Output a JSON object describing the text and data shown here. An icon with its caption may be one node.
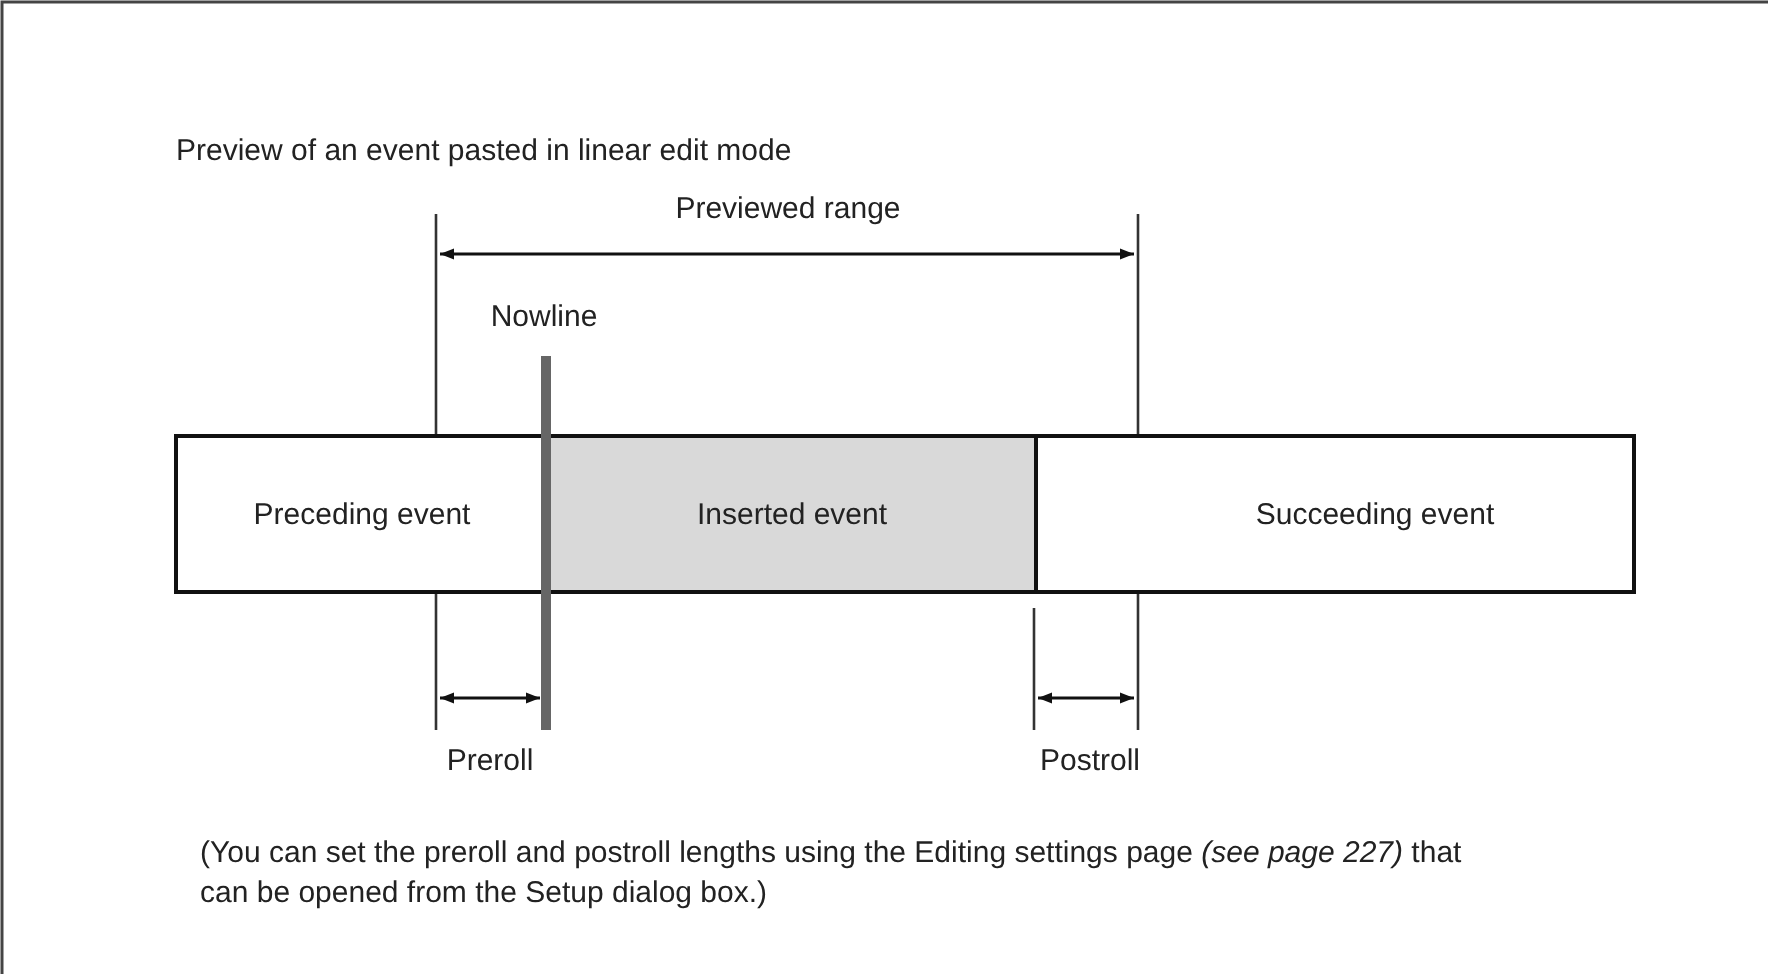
{
  "diagram": {
    "title": "Preview of an event pasted in linear edit mode",
    "nodes": [
      {
        "text": [
          "Preceding event"
        ]
      },
      {
        "text": [
          "Inserted event"
        ]
      },
      {
        "text": [
          "Succeeding event"
        ]
      }
    ],
    "labels": [
      "Previewed range",
      "Nowline",
      "Preroll",
      "Postroll",
      "(You can set the preroll and postroll lengths using the Editing settings page *(see page 227)* that can be opened from the Setup dialog box.)"
    ]
  }
}
